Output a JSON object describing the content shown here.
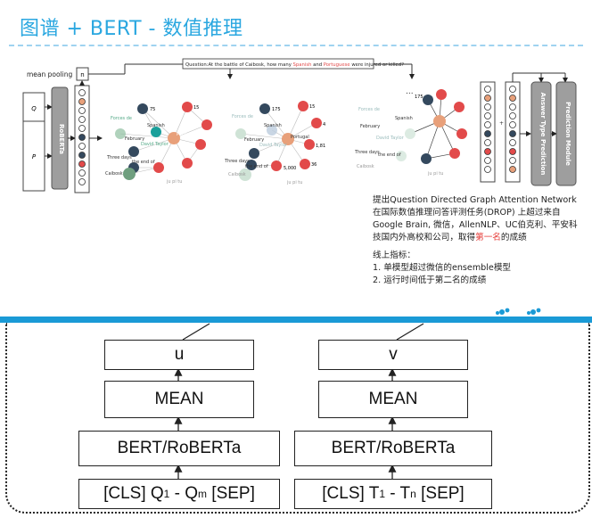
{
  "header": {
    "title": "图谱 + BERT - 数值推理"
  },
  "figure": {
    "mean_pooling": "mean pooling",
    "mp_symbol": "n",
    "question_banner_prefix": "Question:At the battle of Caibosk, how many ",
    "question_banner_spanish": "Spanish",
    "question_banner_mid": " and ",
    "question_banner_portuguese": "Portuguese",
    "question_banner_suffix": " were injured or killed?",
    "input_q": "Q",
    "input_p": "P",
    "encoder": "RoBERTa",
    "ellipsis": "...",
    "answer_type": "Answer Type Prediction",
    "prediction_module": "Prediction Module",
    "nodes": {
      "n75": "75",
      "n15": "15",
      "n175": "175",
      "n4": "4",
      "n1_81": "1,81",
      "n36": "36",
      "n5000": "5,000",
      "forces": "Forces de",
      "spanish": "Spanish",
      "portugal": "Portugal",
      "february": "February",
      "david_taylor": "David Taylor",
      "three_days": "Three days",
      "the_end_of": "the end of",
      "caibosk": "Caibosk",
      "ju_pi_tu": "ju pi tu"
    }
  },
  "description": {
    "line1": "提出Question Directed Graph Attention Network",
    "line2": "在国际数值推理问答评测任务(DROP) 上超过来自",
    "line3": "Google Brain, 微信，AllenNLP、UC伯克利、平安科",
    "line4_pre": "技国内外高校和公司，取得",
    "line4_hl": "第一名",
    "line4_post": "的成绩"
  },
  "metrics": {
    "heading": "线上指标：",
    "item1": "1. 单模型超过微信的ensemble模型",
    "item2": "2. 运行时间低于第二名的成绩"
  },
  "lower": {
    "u": "u",
    "v": "v",
    "mean": "MEAN",
    "encoder": "BERT/RoBERTa",
    "left_cls": "[CLS] Q",
    "left_sub1": "1",
    "left_mid": " - Q",
    "left_subm": "m",
    "left_sep": " [SEP]",
    "right_cls": "[CLS] T",
    "right_sub1": "1",
    "right_mid": " - T",
    "right_subn": "n",
    "right_sep": " [SEP]"
  },
  "colors": {
    "title": "#2aa7e0",
    "bar": "#1a9ad6",
    "red_node": "#e24a4a",
    "navy_node": "#34495e",
    "highlight": "#e53935"
  }
}
